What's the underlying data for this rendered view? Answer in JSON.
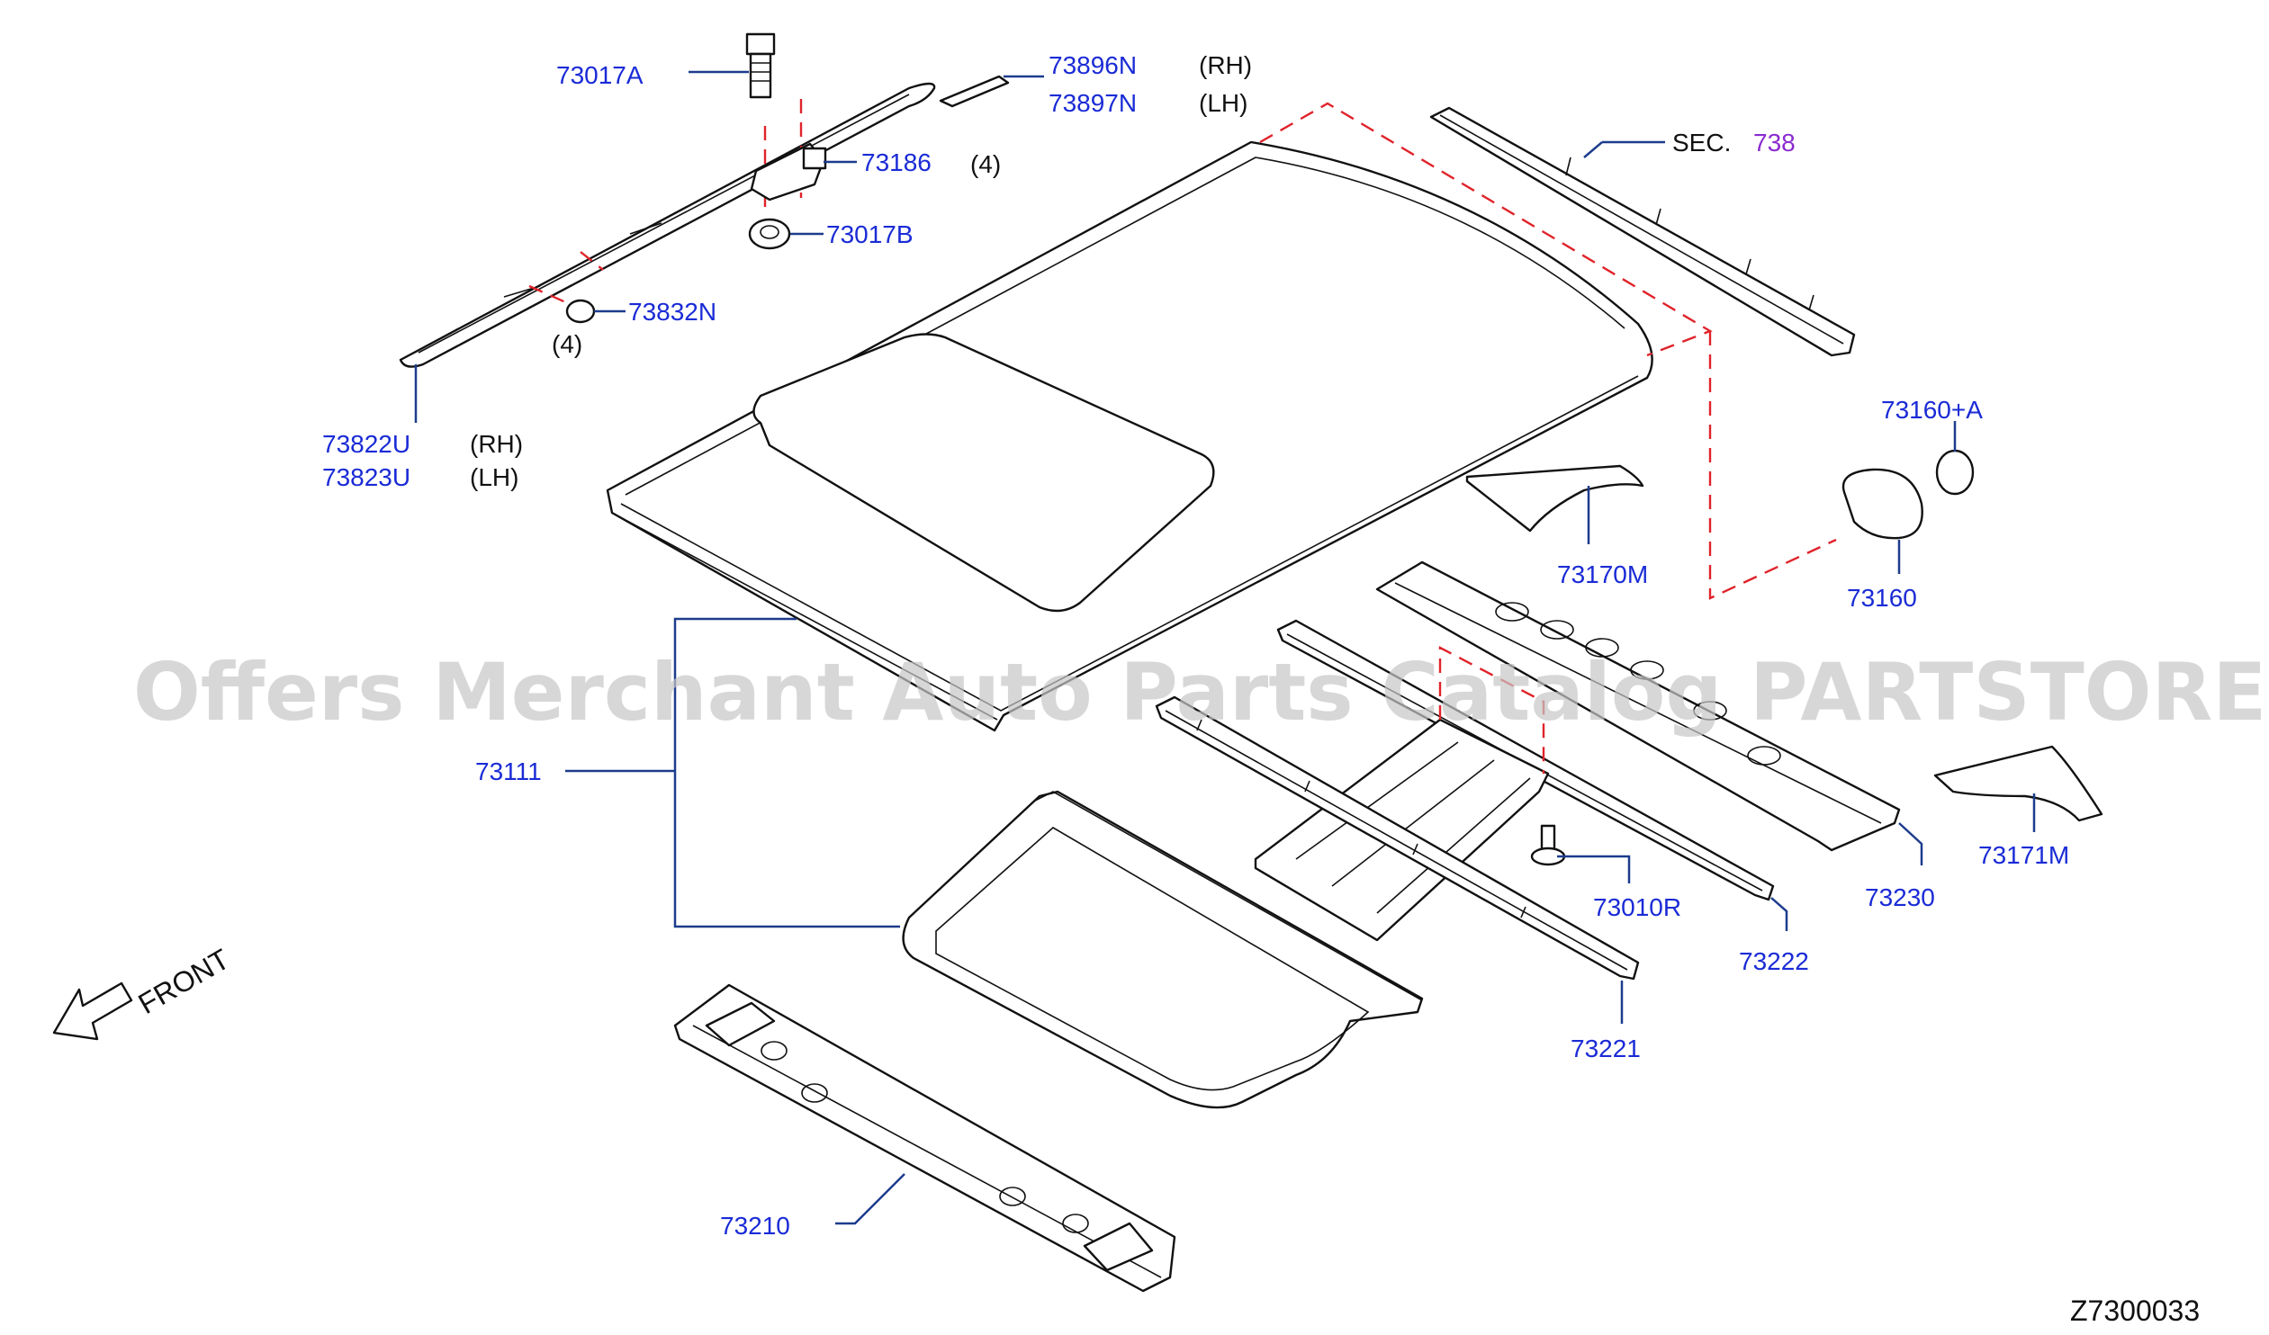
{
  "watermark": "Offers Merchant Auto Parts Catalog PARTSTORE.SA",
  "diagram_code": "Z7300033",
  "front_label": "FRONT",
  "labels": {
    "p73017A": "73017A",
    "p73896N": "73896N",
    "p73897N": "73897N",
    "rh1": "(RH)",
    "lh1": "(LH)",
    "p73186": "73186",
    "q4a": "(4)",
    "p73017B": "73017B",
    "p73832N": "73832N",
    "q4b": "(4)",
    "p73822U": "73822U",
    "p73823U": "73823U",
    "rh2": "(RH)",
    "lh2": "(LH)",
    "sec": "SEC.",
    "sec_num": "738",
    "p73160A": "73160+A",
    "p73170M": "73170M",
    "p73160": "73160",
    "p73111": "73111",
    "p73010R": "73010R",
    "p73222": "73222",
    "p73230": "73230",
    "p73171M": "73171M",
    "p73221": "73221",
    "p73210": "73210"
  },
  "colors": {
    "part_number": "#1a2bd6",
    "leader_line": "#1c3c8c",
    "dashed_guide": "#e0232a",
    "section_number": "#8a2bd0",
    "watermark": "#c7c7c7"
  }
}
